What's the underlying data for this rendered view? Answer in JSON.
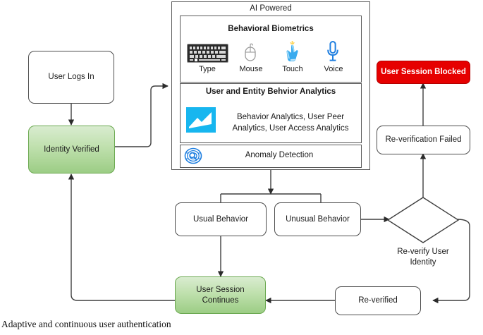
{
  "caption": "Adaptive and continuous user authentication",
  "colors": {
    "green_fill": "#bfe0ad",
    "green_border": "#6aa84f",
    "red_fill": "#e60000",
    "red_text": "#ffffff",
    "box_border": "#4d4d4d",
    "icon_blue": "#1f9be0",
    "analytics_cyan": "#17b6ef",
    "edge": "#3f3f3f"
  },
  "nodes": {
    "user_logs_in": "User Logs In",
    "identity_verified": "Identity Verified",
    "usual_behavior": "Usual Behavior",
    "unusual_behavior": "Unusual Behavior",
    "user_session_continues": "User Session\nContinues",
    "user_session_continues_line1": "User Session",
    "user_session_continues_line2": "Continues",
    "reverify_decision_line1": "Re-verify User",
    "reverify_decision_line2": "Identity",
    "reverified": "Re-verified",
    "reverification_failed": "Re-verification Failed",
    "user_session_blocked": "User Session Blocked"
  },
  "ai_panel": {
    "title": "AI Powered",
    "behavioral_biometrics": {
      "title": "Behavioral Biometrics",
      "items": [
        {
          "label": "Type",
          "icon": "keyboard-icon"
        },
        {
          "label": "Mouse",
          "icon": "mouse-icon"
        },
        {
          "label": "Touch",
          "icon": "touch-hand-icon"
        },
        {
          "label": "Voice",
          "icon": "microphone-icon"
        }
      ]
    },
    "ueba": {
      "title": "User and Entity Behvior Analytics",
      "icon": "analytics-chart-icon",
      "text_line1": "Behavior Analytics, User Peer",
      "text_line2": "Analytics, User Access Analytics"
    },
    "anomaly": {
      "title": "Anomaly Detection",
      "icon": "fingerprint-scan-icon"
    }
  }
}
